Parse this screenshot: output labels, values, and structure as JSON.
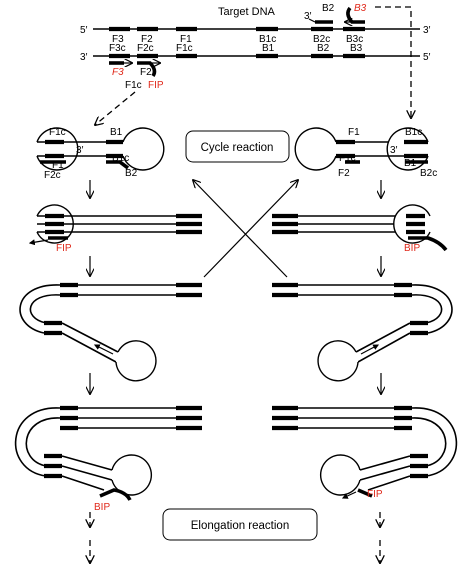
{
  "title": "Target DNA",
  "strand_ends": {
    "five_prime": "5′",
    "three_prime": "3′"
  },
  "top_strand_regions": [
    "F3",
    "F2",
    "F1",
    "B1c",
    "B2c",
    "B3c"
  ],
  "bottom_strand_regions": [
    "F3c",
    "F2c",
    "F1c",
    "B1",
    "B2",
    "B3"
  ],
  "primers": {
    "b3": "B3",
    "b2": "B2",
    "f3": "F3",
    "f2": "F2",
    "f1c": "F1c",
    "fip": "FIP",
    "bip": "BIP"
  },
  "left_dumbbell": {
    "f1c": "F1c",
    "b1": "B1",
    "f1": "F1",
    "f2c": "F2c",
    "b1c": "B1c",
    "b2": "B2",
    "three_prime": "3′"
  },
  "right_dumbbell": {
    "f1": "F1",
    "b1c": "B1c",
    "f1c": "F1c",
    "f2": "F2",
    "b1": "B1",
    "b2c": "B2c",
    "three_prime": "3′"
  },
  "boxes": {
    "cycle": "Cycle reaction",
    "elongation": "Elongation reaction"
  }
}
